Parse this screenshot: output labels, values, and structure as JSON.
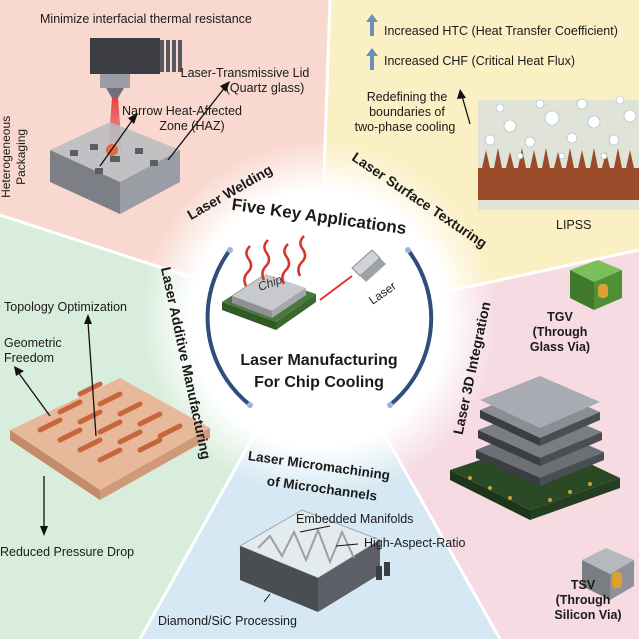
{
  "center": {
    "ring_title": "Five Key Applications",
    "chip_label": "Chip",
    "laser_label": "Laser",
    "main_title_line1": "Laser Manufacturing",
    "main_title_line2": "For Chip Cooling"
  },
  "sections": {
    "welding": {
      "arc_title": "Laser Welding",
      "top_text": "Minimize interfacial thermal resistance",
      "lid_line1": "Laser-Transmissive Lid",
      "lid_line2": "(Quartz glass)",
      "haz_line1": "Narrow Heat-Affected",
      "haz_line2": "Zone (HAZ)",
      "side_line1": "Heterogeneous",
      "side_line2": "Packaging"
    },
    "texturing": {
      "arc_title": "Laser Surface Texturing",
      "htc": "Increased HTC (Heat Transfer Coefficient)",
      "chf": "Increased CHF (Critical Heat Flux)",
      "redefine_line1": "Redefining the",
      "redefine_line2": "boundaries of",
      "redefine_line3": "two-phase cooling",
      "lipss": "LIPSS"
    },
    "integration": {
      "arc_title": "Laser 3D Integration",
      "tgv_line1": "TGV",
      "tgv_line2": "(Through",
      "tgv_line3": "Glass Via)",
      "tsv_line1": "TSV",
      "tsv_line2": "(Through",
      "tsv_line3": "Silicon Via)"
    },
    "micromachining": {
      "arc_title_line1": "Laser Micromachining",
      "arc_title_line2": "of Microchannels",
      "manifolds": "Embedded Manifolds",
      "aspect": "High-Aspect-Ratio",
      "diamond": "Diamond/SiC Processing"
    },
    "additive": {
      "arc_title": "Laser Additive Manufacturing",
      "topology": "Topology Optimization",
      "geo_line1": "Geometric",
      "geo_line2": "Freedom",
      "pressure": "Reduced Pressure Drop"
    }
  },
  "colors": {
    "welding_bg": "#f9d9cf",
    "texturing_bg": "#fbefc4",
    "integration_bg": "#f6dbe3",
    "micromachining_bg": "#d5e8f3",
    "additive_bg": "#d9eddc",
    "ring": "#2f4e7a",
    "copper": "#c8653a",
    "arrow_blue": "#6b8fb8"
  }
}
